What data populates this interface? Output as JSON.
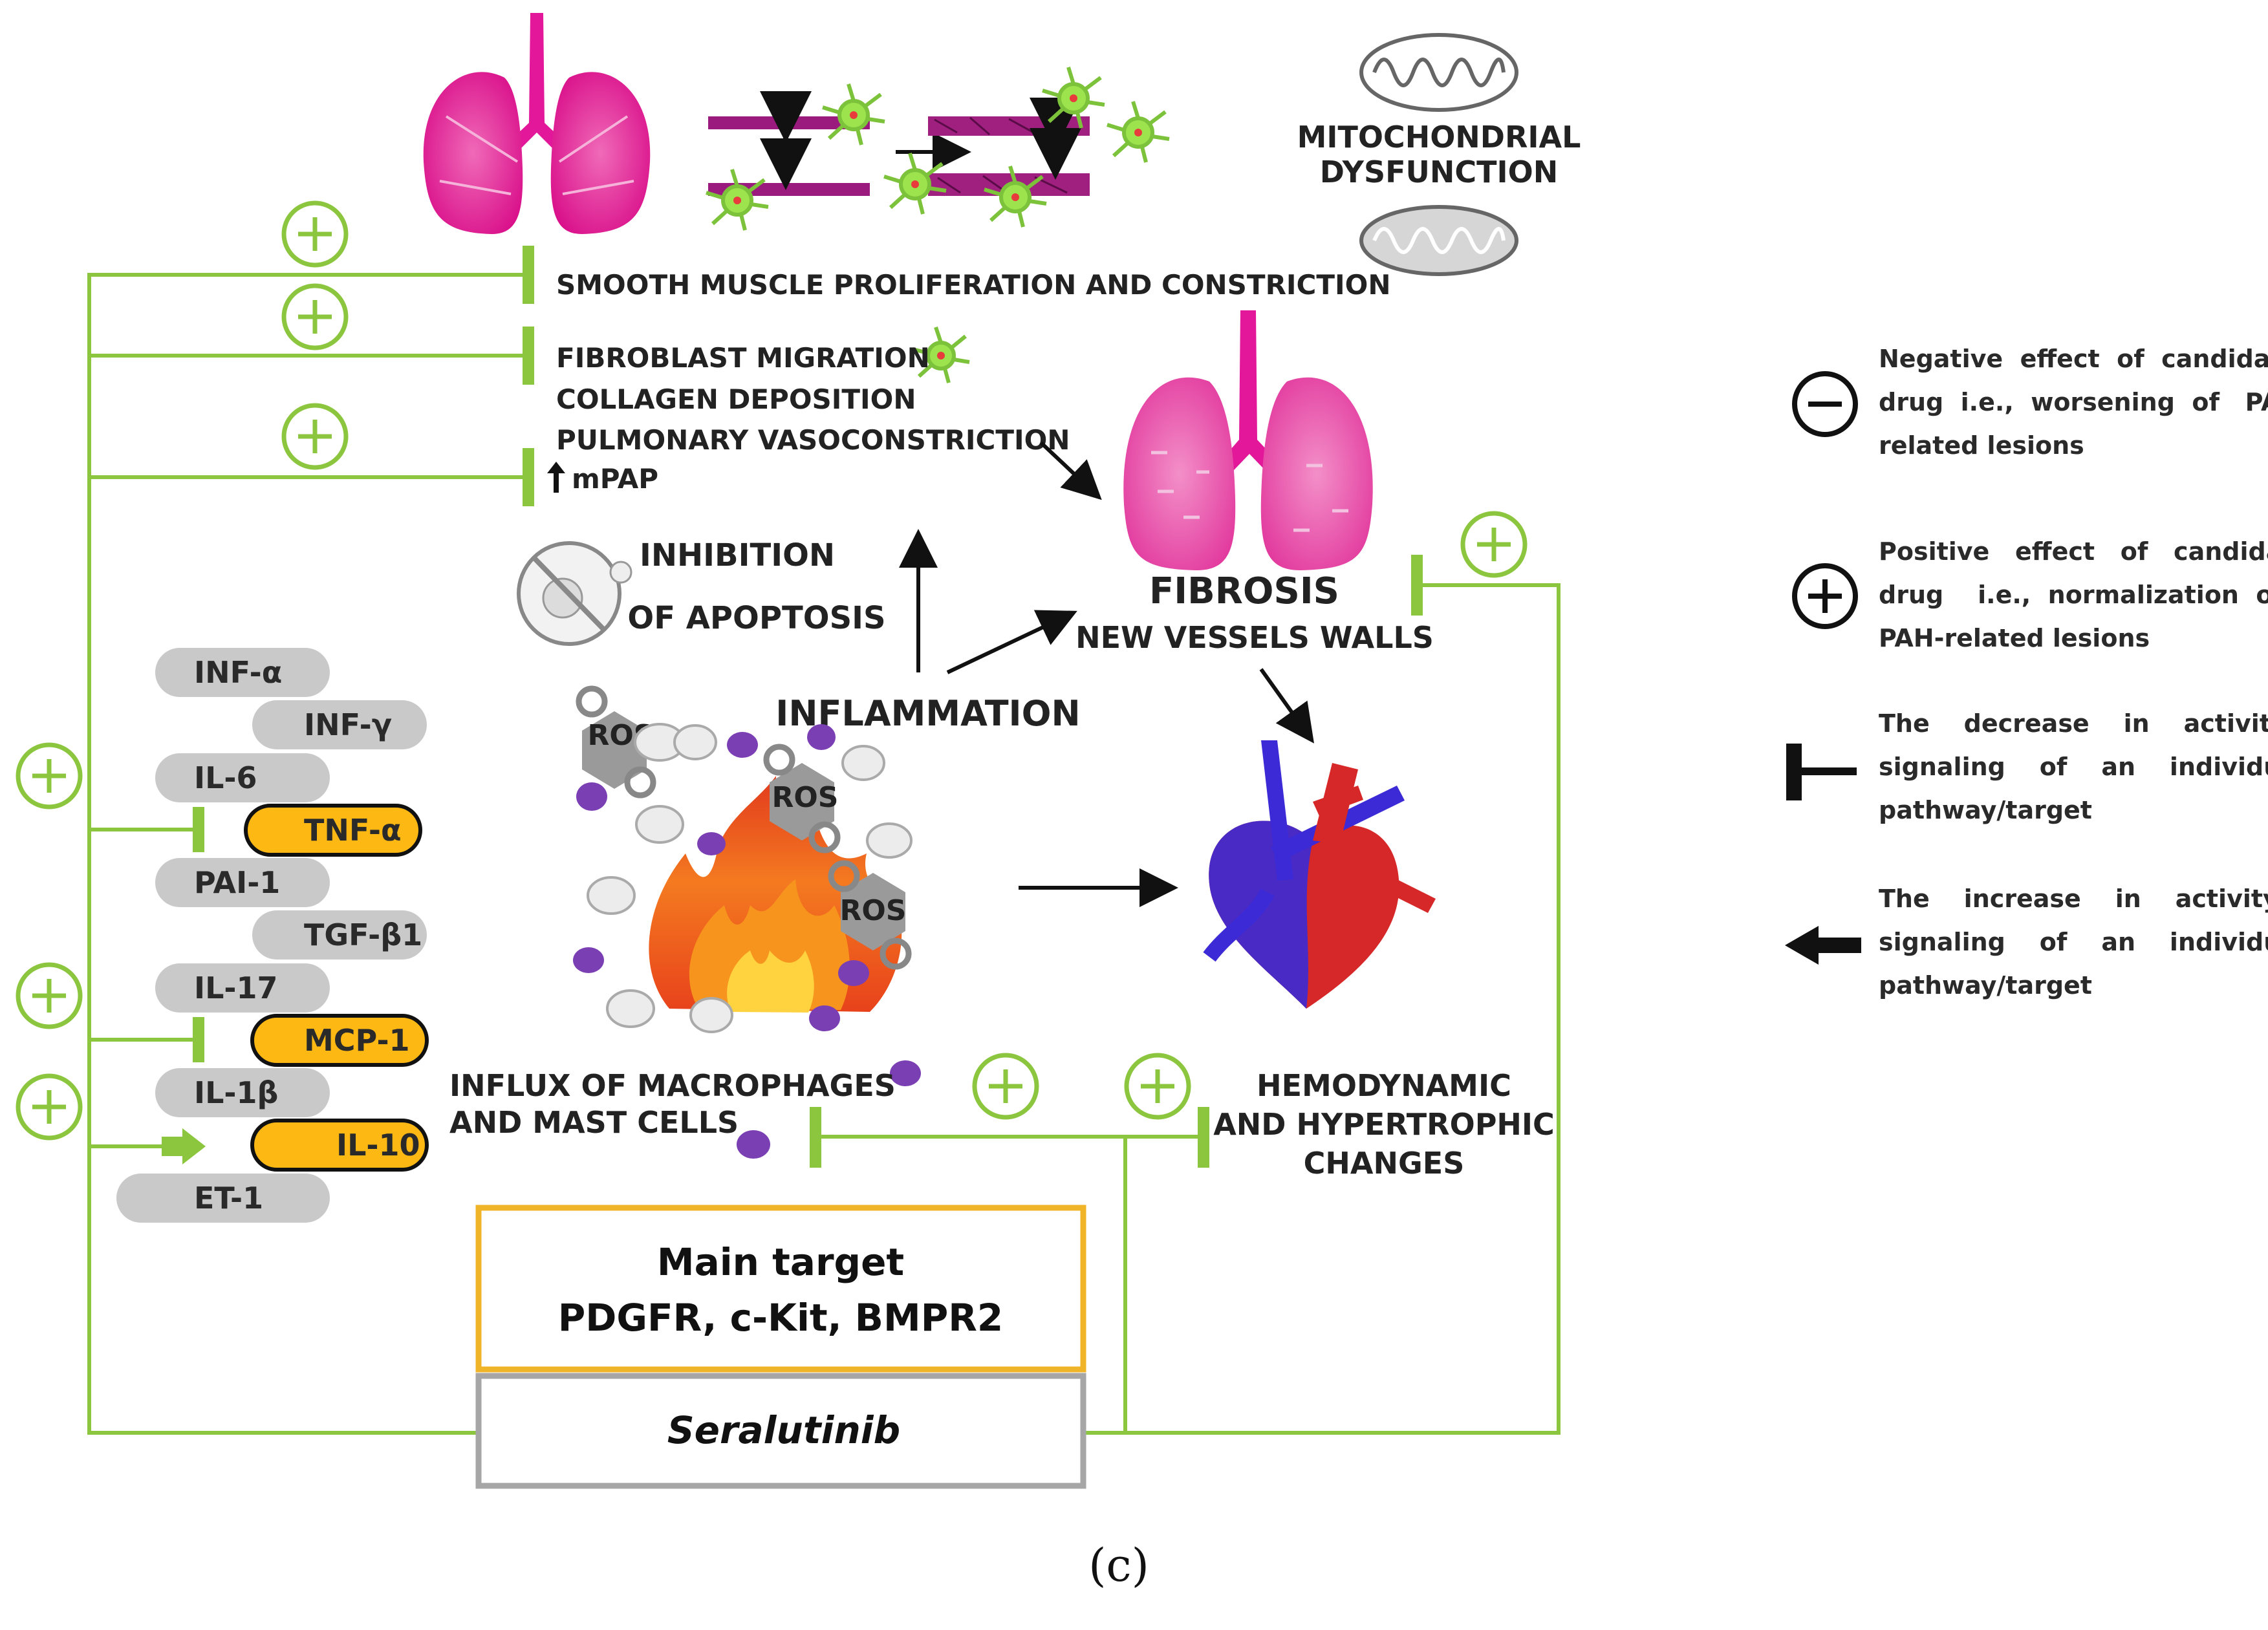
{
  "colors": {
    "green": "#8cc63f",
    "magenta": "#e2179a",
    "pill_gray": "#c9c9c9",
    "highlight_orange": "#fdb813",
    "target_box_border": "#f0b429",
    "drug_box_border": "#a6a6a6",
    "vein_blue": "#3b2ad6",
    "artery_red": "#d62828",
    "purple_cell": "#7b3fb4"
  },
  "icons": {
    "lungs": "lungs-icon",
    "mitochondrion": "mitochondrion-icon",
    "fibroblast": "fibroblast-icon",
    "heart": "heart-icon",
    "fire": "fire-icon",
    "no_apoptosis": "no-apoptosis-icon",
    "up_arrow": "up-arrow-icon",
    "plus": "plus-circle-icon",
    "minus": "minus-circle-icon",
    "inhibit": "inhibition-bar-icon",
    "activate": "activation-arrow-icon"
  },
  "labels": {
    "mitochondrial_1": "MITOCHONDRIAL",
    "mitochondrial_2": "DYSFUNCTION",
    "smooth_muscle": "SMOOTH MUSCLE PROLIFERATION AND CONSTRICTION",
    "fibroblast_migration": "FIBROBLAST MIGRATION",
    "collagen": "COLLAGEN DEPOSITION",
    "vasoconstriction": "PULMONARY VASOCONSTRICTION",
    "mpap": "mPAP",
    "inhibition": "INHIBITION",
    "of_apoptosis": "OF APOPTOSIS",
    "inflammation": "INFLAMMATION",
    "fibrosis": "FIBROSIS",
    "new_vessels": "NEW VESSELS WALLS",
    "ros": "ROS",
    "influx_1": "INFLUX  OF MACROPHAGES",
    "influx_2": "AND MAST CELLS",
    "hemodynamic_1": "HEMODYNAMIC",
    "hemodynamic_2": "AND HYPERTROPHIC",
    "hemodynamic_3": "CHANGES",
    "main_target": "Main target",
    "targets": "PDGFR, c-Kit, BMPR2",
    "drug": "Seralutinib",
    "panel": "(c)"
  },
  "cytokines": [
    "INF-α",
    "INF-γ",
    "IL-6",
    "TNF-α",
    "PAI-1",
    "TGF-β1",
    "IL-17",
    "MCP-1",
    "IL-1β",
    "IL-10",
    "ET-1"
  ],
  "legend": {
    "negative": [
      "Negative  effect  of  candidate",
      "drug  i.e.,  worsening  of   PAH-",
      "related lesions"
    ],
    "positive": [
      "Positive   effect   of   candidate",
      "drug    i.e.,  normalization  of",
      "PAH-related lesions"
    ],
    "decrease": [
      "The    decrease    in    activity/",
      "signaling    of    an    individual",
      "pathway/target"
    ],
    "increase": [
      "The    increase    in    activity/",
      "signaling    of    an    individual",
      "pathway/target"
    ]
  }
}
